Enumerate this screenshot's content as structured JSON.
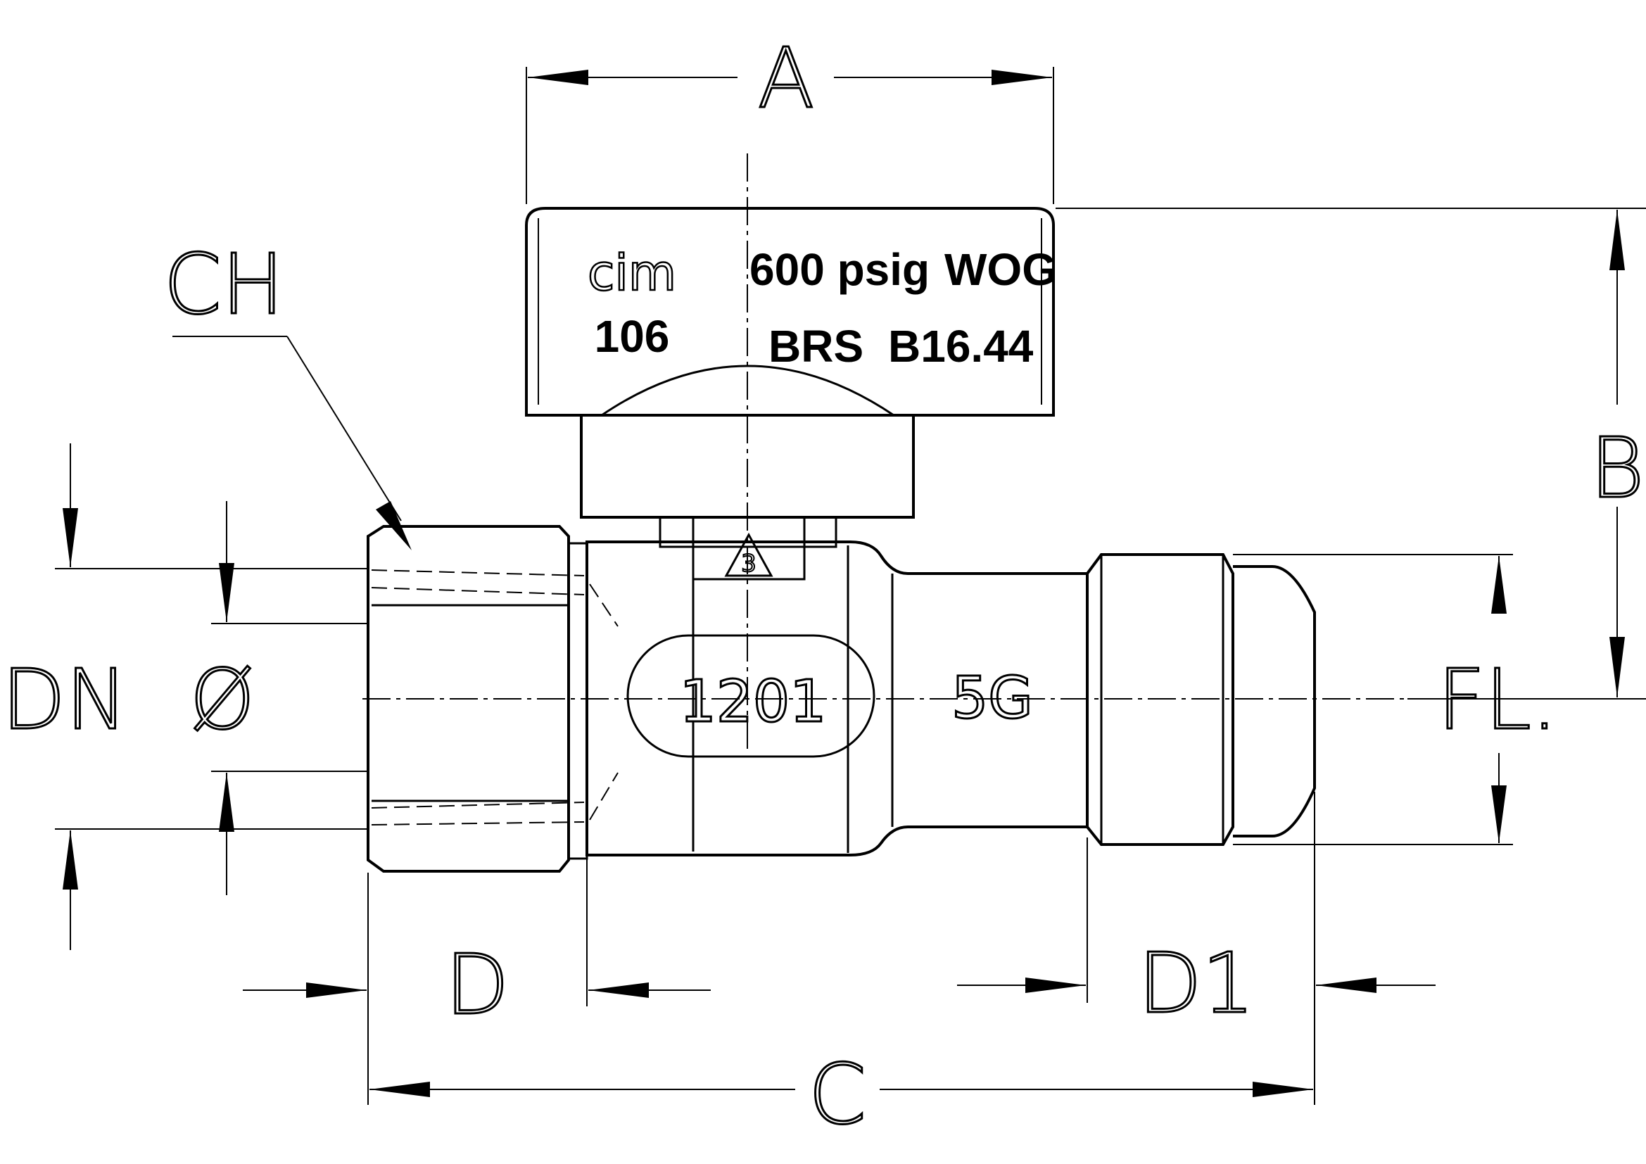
{
  "dimension_labels": {
    "a": "A",
    "b": "B",
    "c": "C",
    "d": "D",
    "d1": "D1",
    "ch": "CH",
    "dn": "DN",
    "diameter": "Ø",
    "fl": "FL."
  },
  "handle_markings": {
    "brand": "cim",
    "model": "106",
    "pressure": "600 psig",
    "rating": "WOG",
    "material": "BRS",
    "standard": "B16.44"
  },
  "body_markings": {
    "code": "1201",
    "size": "5G",
    "cert_number": "3"
  }
}
